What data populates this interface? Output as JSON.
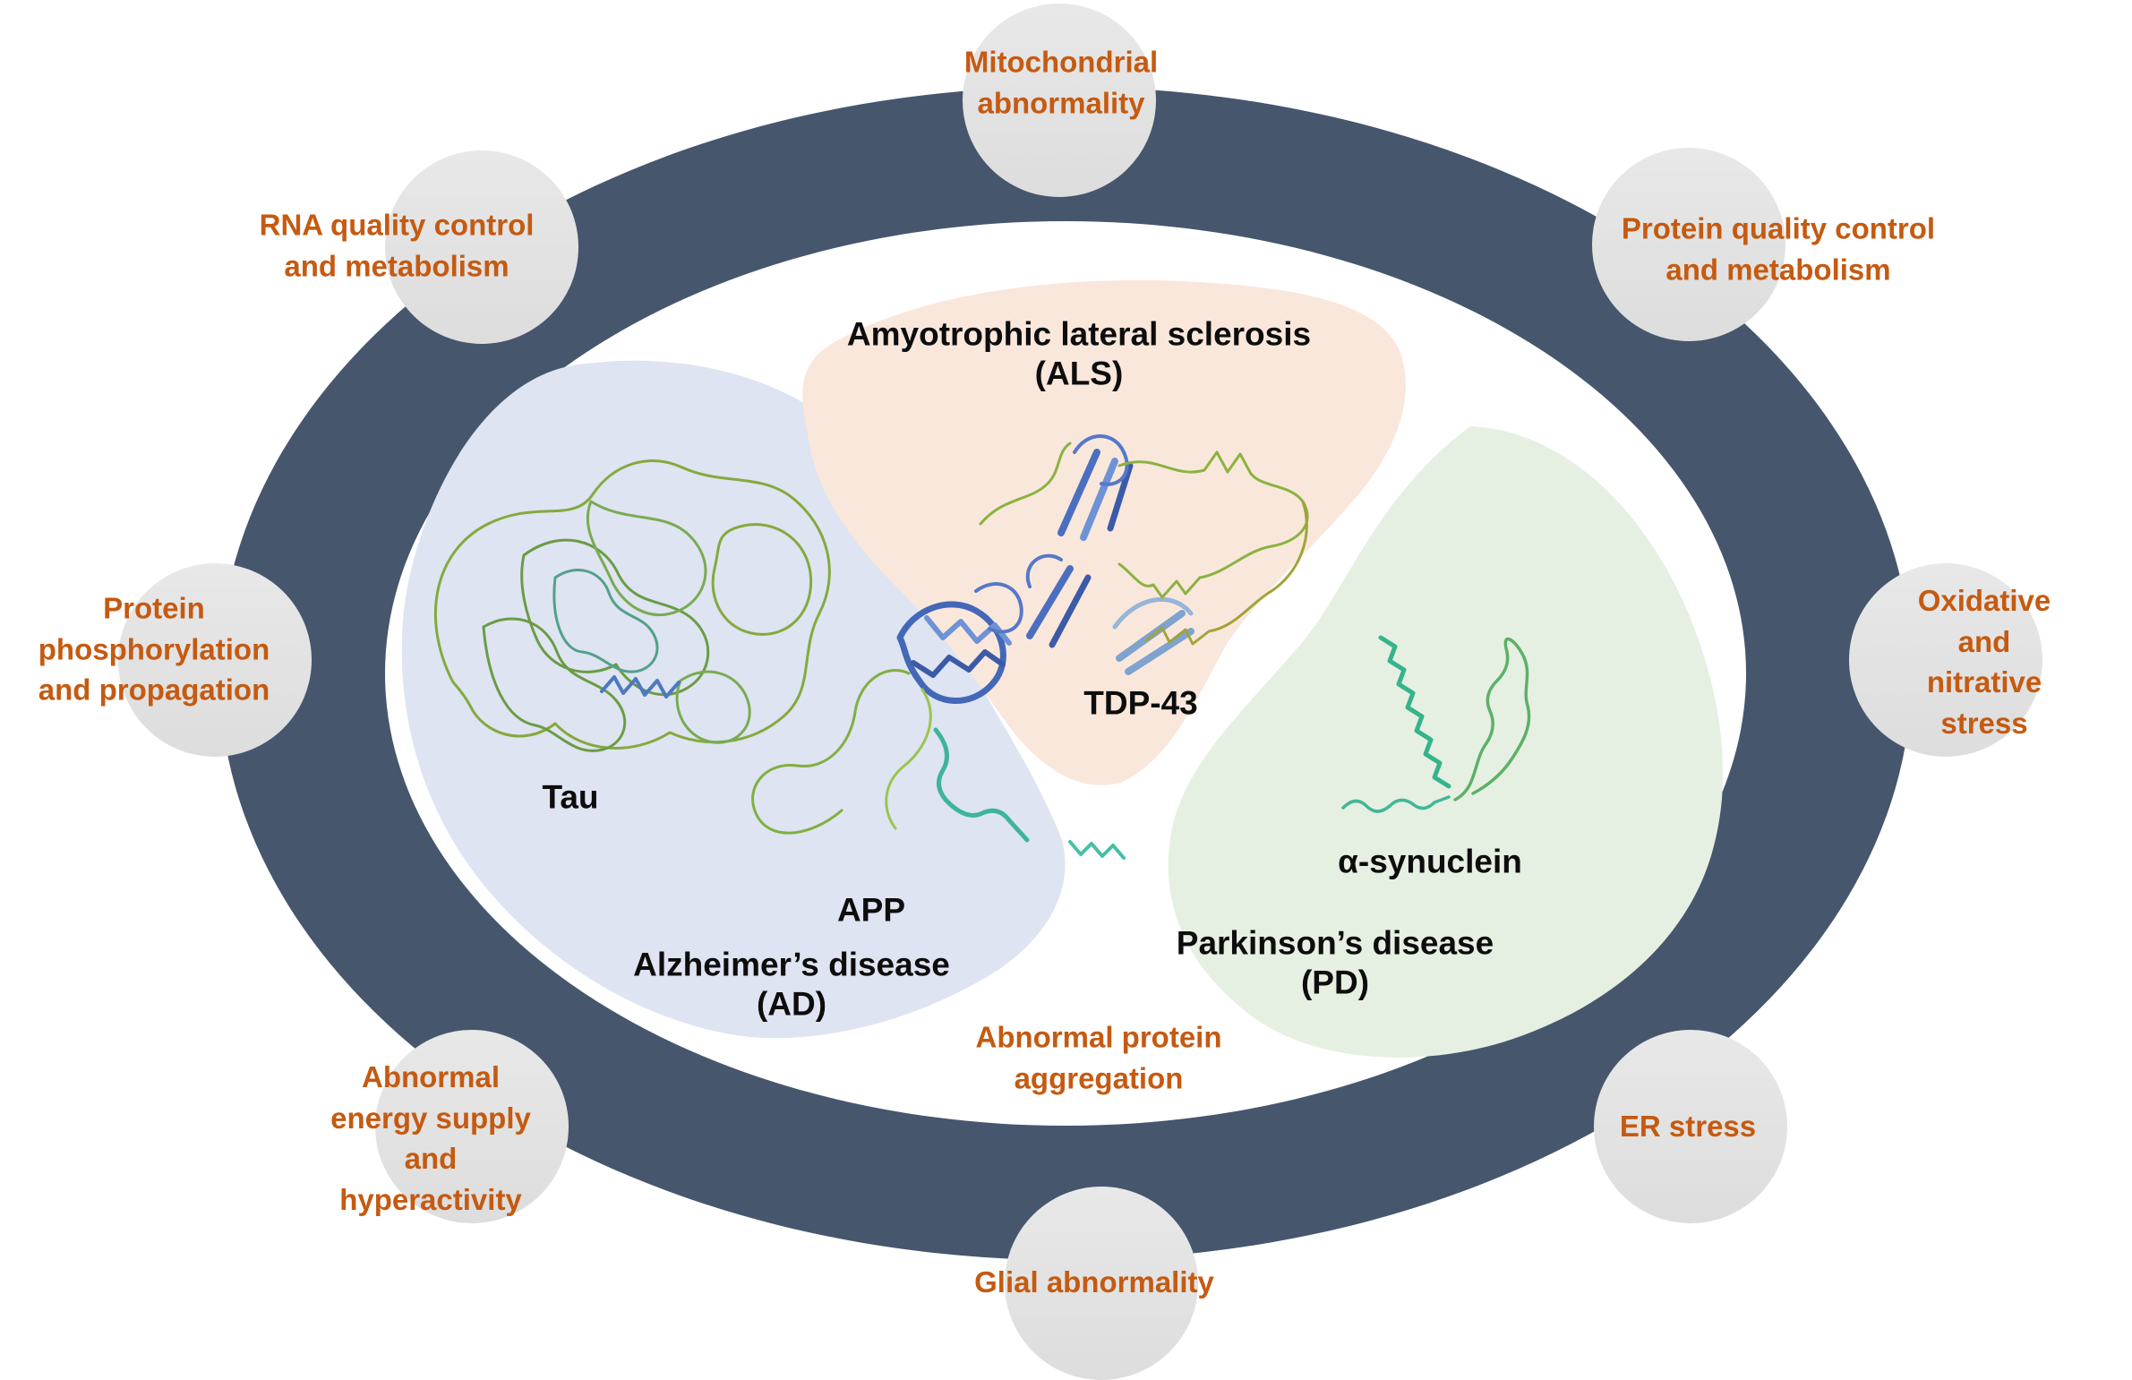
{
  "diagram": {
    "name": "Shared pathogenic mechanisms of neurodegenerative diseases",
    "colors": {
      "ring": "#46566D",
      "mechanism_circle": "#E3E3E3",
      "mechanism_text": "#C55A11",
      "disease_text": "#0d0d0d",
      "als_region": "#FAE7DC",
      "ad_region": "#DEE4F1",
      "pd_region": "#E6F0E2"
    },
    "mechanisms": [
      {
        "id": "mitochondrial",
        "label": "Mitochondrial\nabnormality"
      },
      {
        "id": "rna-quality",
        "label": "RNA quality control\nand metabolism"
      },
      {
        "id": "protein-quality",
        "label": "Protein quality control\nand metabolism"
      },
      {
        "id": "phosphorylation",
        "label": "Protein\nphosphorylation\nand propagation"
      },
      {
        "id": "oxidative",
        "label": "Oxidative and\nnitrative stress"
      },
      {
        "id": "energy",
        "label": "Abnormal\nenergy supply\nand\nhyperactivity"
      },
      {
        "id": "er-stress",
        "label": "ER stress"
      },
      {
        "id": "glial",
        "label": "Glial abnormality"
      },
      {
        "id": "aggregation",
        "label": "Abnormal protein\naggregation"
      }
    ],
    "diseases": [
      {
        "id": "als",
        "title": "Amyotrophic lateral sclerosis\n(ALS)",
        "protein": "TDP-43"
      },
      {
        "id": "ad",
        "title": "Alzheimer’s disease\n(AD)",
        "proteins": [
          "Tau",
          "APP"
        ]
      },
      {
        "id": "pd",
        "title": "Parkinson’s disease\n(PD)",
        "protein": "α-synuclein"
      }
    ]
  }
}
